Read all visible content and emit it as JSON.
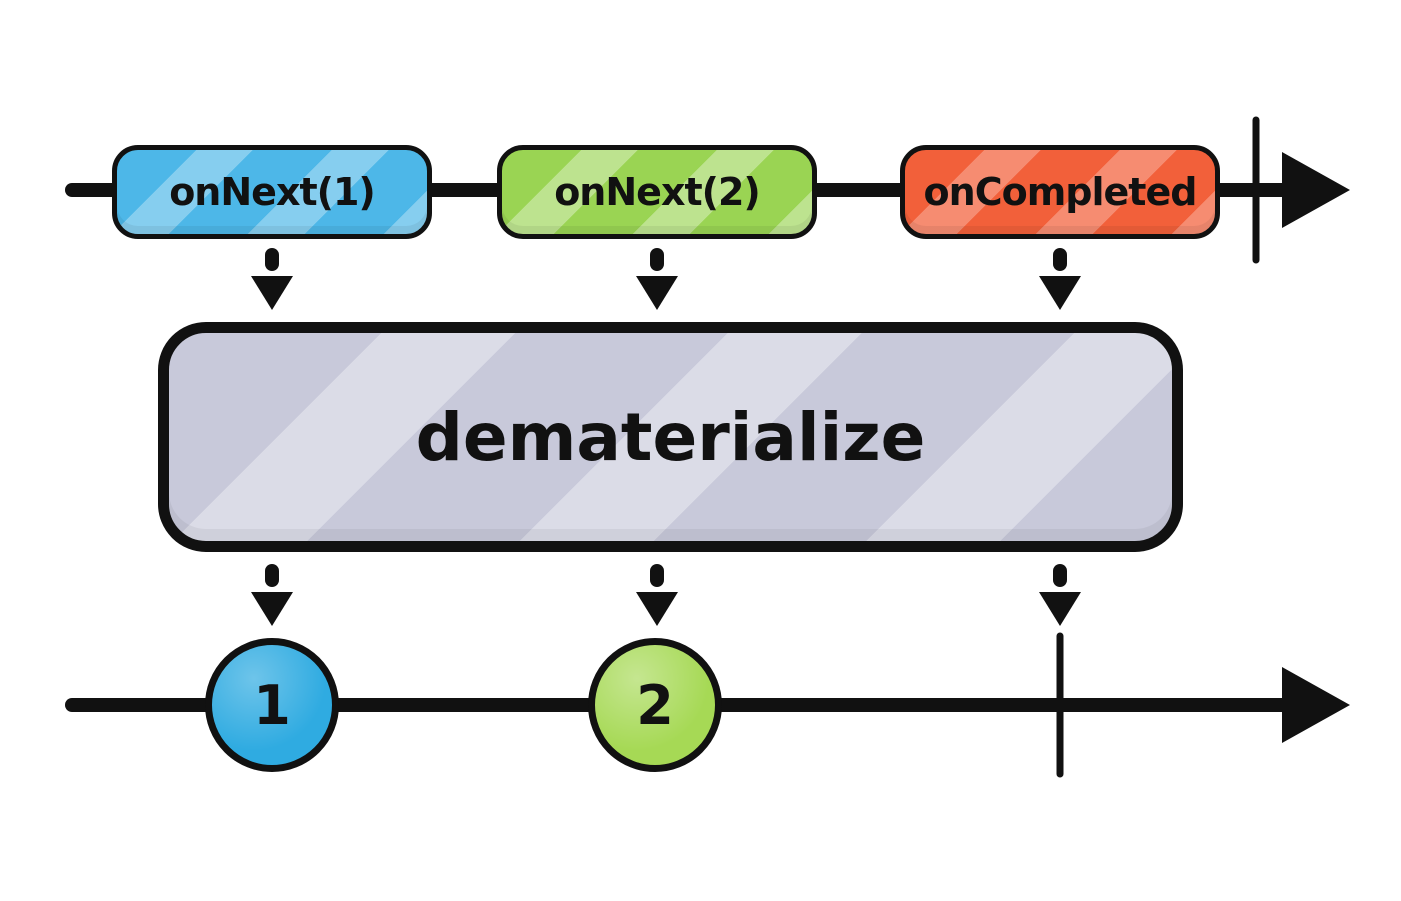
{
  "diagram": {
    "operator": {
      "label": "dematerialize"
    },
    "source_timeline": {
      "events": [
        {
          "label": "onNext(1)",
          "type": "notification",
          "color": "#4db7e8"
        },
        {
          "label": "onNext(2)",
          "type": "notification",
          "color": "#9ad453"
        },
        {
          "label": "onCompleted",
          "type": "notification",
          "color": "#f2603a"
        }
      ],
      "completed": true
    },
    "result_timeline": {
      "events": [
        {
          "label": "1",
          "color": "#2fabe1"
        },
        {
          "label": "2",
          "color": "#a6d955"
        }
      ],
      "completed": true
    },
    "colors": {
      "stroke": "#111111",
      "operator_fill": "#c8c9da",
      "background": "#ffffff"
    }
  }
}
